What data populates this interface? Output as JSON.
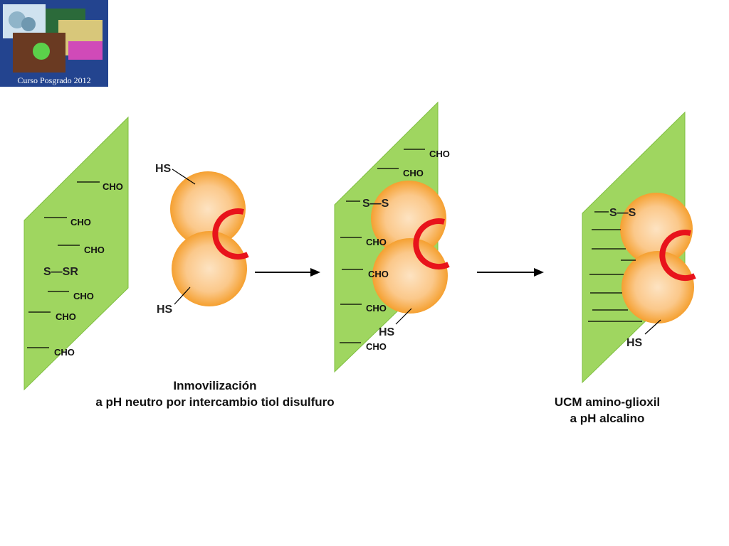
{
  "logo": {
    "caption": "Curso Posgrado 2012"
  },
  "panel1": {
    "groups": [
      "CHO",
      "CHO",
      "CHO",
      "CHO",
      "CHO",
      "CHO"
    ],
    "thiol_reagent": "S—SR"
  },
  "enzyme_free": {
    "thiol_top": "HS",
    "thiol_bottom": "HS"
  },
  "panel2": {
    "groups": [
      "CHO",
      "CHO",
      "CHO",
      "CHO",
      "CHO",
      "CHO"
    ],
    "disulfide": "S—S",
    "thiol": "HS"
  },
  "panel3": {
    "disulfide": "S—S",
    "thiol": "HS"
  },
  "captions": {
    "immobilization_line1": "Inmovilización",
    "immobilization_line2": "a pH neutro por intercambio tiol disulfuro",
    "ucm_line1": "UCM amino-glioxil",
    "ucm_line2": "a pH alcalino"
  },
  "colors": {
    "support": "#9fd660",
    "sphere_inner": "#fde3c2",
    "sphere_outer": "#f5a030",
    "site": "#e8131b",
    "arrow": "#000000"
  }
}
